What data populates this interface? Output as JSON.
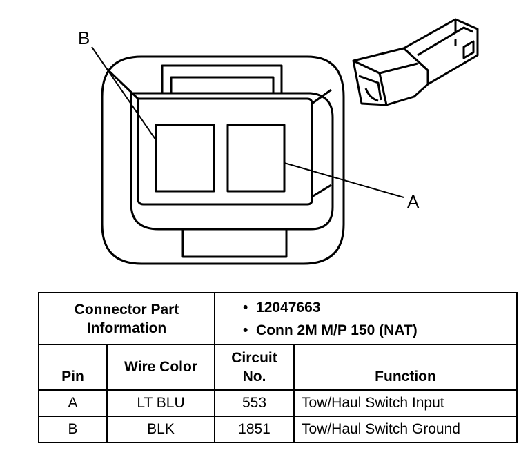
{
  "callouts": {
    "pin_b": "B",
    "pin_a": "A"
  },
  "connector_info": {
    "label": "Connector Part Information",
    "label_line1": "Connector Part",
    "label_line2": "Information",
    "bullets": [
      "12047663",
      "Conn 2M M/P 150 (NAT)"
    ]
  },
  "table": {
    "headers": {
      "pin": "Pin",
      "wire_color": "Wire Color",
      "circuit_line1": "Circuit",
      "circuit_line2": "No.",
      "function": "Function"
    },
    "rows": [
      {
        "pin": "A",
        "wire_color": "LT BLU",
        "circuit": "553",
        "function": "Tow/Haul Switch Input"
      },
      {
        "pin": "B",
        "wire_color": "BLK",
        "circuit": "1851",
        "function": "Tow/Haul Switch Ground"
      }
    ]
  }
}
